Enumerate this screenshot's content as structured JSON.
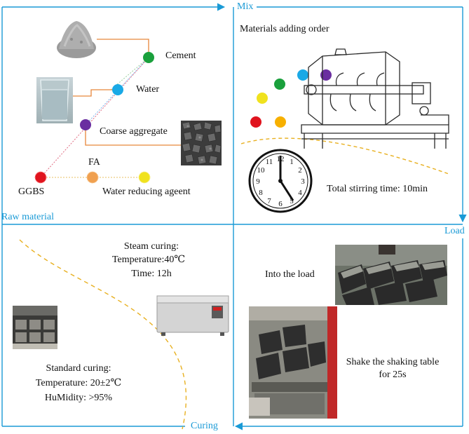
{
  "quadrants": {
    "raw_material": {
      "label": "Raw material",
      "items": {
        "cement": "Cement",
        "water": "Water",
        "coarse_aggregate": "Coarse aggregate",
        "fa": "FA",
        "ggbs": "GGBS",
        "water_reducing_agent": "Water reducing ageent"
      }
    },
    "mix": {
      "label": "Mix",
      "adding_order_title": "Materials adding order",
      "stirring_time": "Total stirring time: 10min"
    },
    "load": {
      "label": "Load",
      "into_load": "Into the load",
      "shake_line1": "Shake the shaking table",
      "shake_line2": "for 25s"
    },
    "curing": {
      "label": "Curing",
      "steam_title": "Steam curing:",
      "steam_temperature": "Temperature:40℃",
      "steam_time": "Time: 12h",
      "standard_title": "Standard curing:",
      "standard_temperature": "Temperature: 20±2℃",
      "standard_humidity": "HuMidity: >95%"
    }
  },
  "colors": {
    "frame": "#1a9ad6",
    "cement": "#1aa03c",
    "water": "#1aa9e6",
    "coarse_aggregate": "#6a2ea0",
    "ggbs": "#e0141e",
    "fa": "#f0a050",
    "water_reducing_agent": "#f0e21e",
    "dashed_curve": "#e8b020",
    "connector": "#e8863a"
  },
  "icons": {
    "clock": "clock-icon",
    "mixer": "mixer-machine-icon"
  }
}
